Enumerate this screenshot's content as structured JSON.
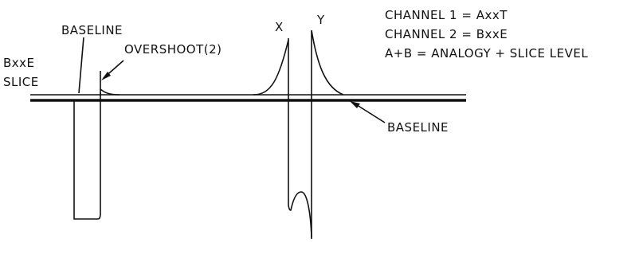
{
  "labels": {
    "baseline_top": "BASELINE",
    "overshoot": "OVERSHOOT(2)",
    "slice_line1": "BxxE",
    "slice_line2": "SLICE",
    "x_marker": "X",
    "y_marker": "Y",
    "baseline_right": "BASELINE"
  },
  "legend": {
    "channel1": "CHANNEL 1 = AxxT",
    "channel2": "CHANNEL 2 = BxxE",
    "sum": "A+B = ANALOGY + SLICE LEVEL"
  }
}
